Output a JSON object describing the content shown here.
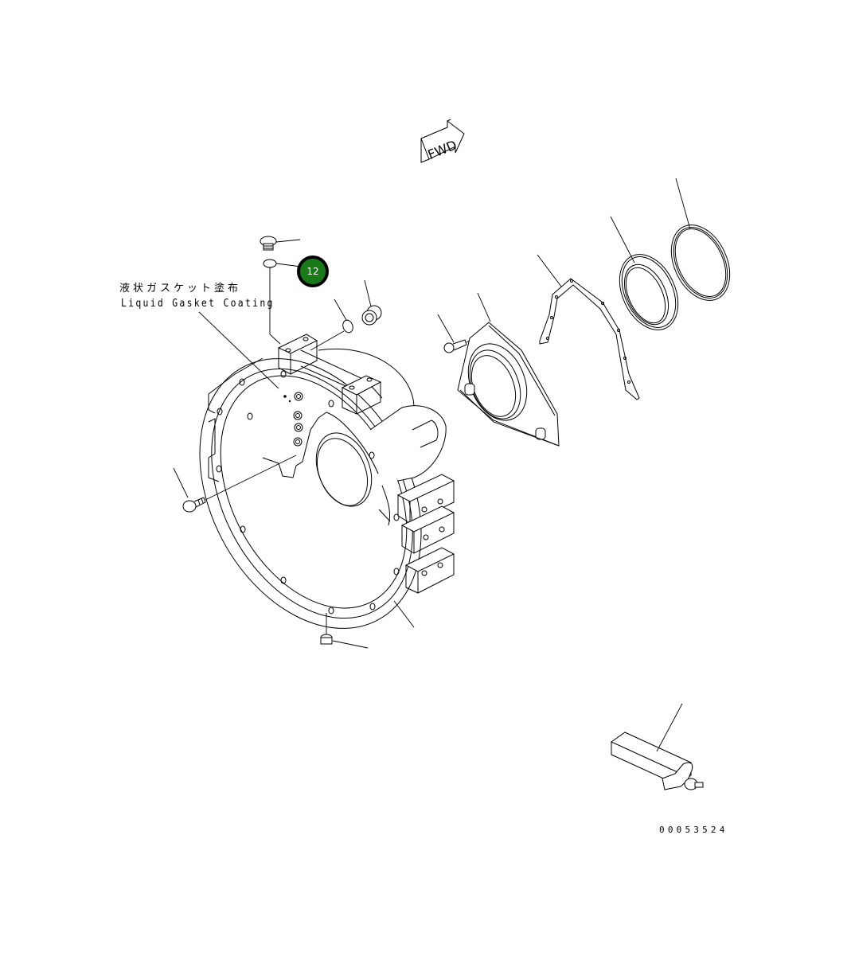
{
  "diagram": {
    "type": "exploded-parts-diagram",
    "subject": "flywheel housing assembly",
    "direction_indicator": {
      "label": "FWD",
      "icon": "forward-arrow-icon"
    },
    "annotation": {
      "japanese": "液状ガスケット塗布",
      "english": "Liquid Gasket Coating"
    },
    "callouts": [
      {
        "number": "12",
        "color": "#1a7a1a",
        "border": "#000000",
        "target": "o-ring"
      }
    ],
    "drawing_number": "00053524",
    "parts": [
      "plug (top)",
      "o-ring (top)",
      "plug (oil)",
      "o-ring",
      "bolt (left)",
      "flywheel housing",
      "plug (bottom)",
      "bolt (seal)",
      "oil seal housing",
      "gasket",
      "oil seal",
      "seal ring",
      "sensor / connector"
    ]
  }
}
